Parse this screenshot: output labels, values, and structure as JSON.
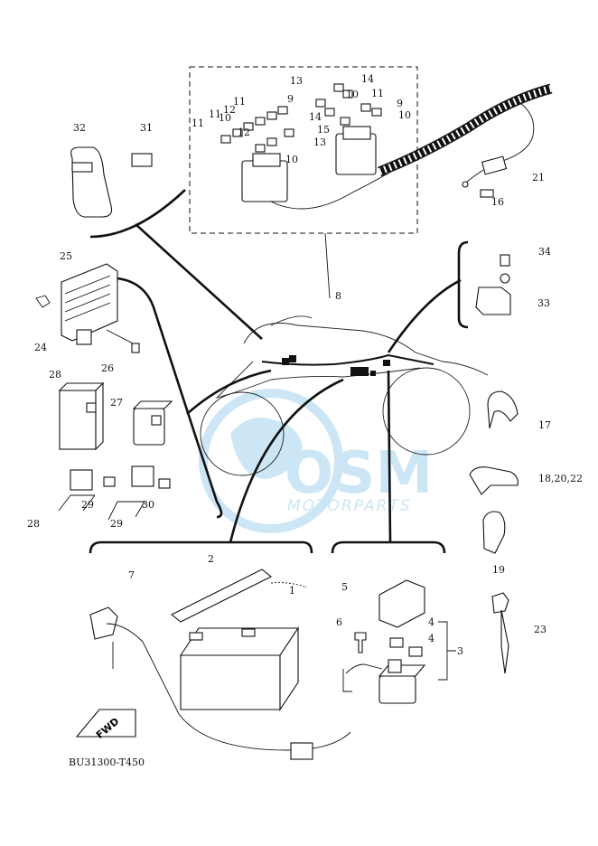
{
  "diagram": {
    "drawing_code": "BU31300-T450",
    "watermark": {
      "brand": "OSM",
      "sub": "MOTORPARTS"
    },
    "fwd_label": "FWD",
    "callouts": [
      "1",
      "2",
      "3",
      "4",
      "4",
      "5",
      "6",
      "7",
      "8",
      "9",
      "9",
      "10",
      "10",
      "10",
      "10",
      "11",
      "11",
      "11",
      "11",
      "12",
      "12",
      "13",
      "13",
      "14",
      "14",
      "15",
      "16",
      "17",
      "18,20,22",
      "19",
      "21",
      "23",
      "24",
      "25",
      "26",
      "27",
      "28",
      "28",
      "29",
      "29",
      "30",
      "31",
      "32",
      "33",
      "34"
    ]
  }
}
